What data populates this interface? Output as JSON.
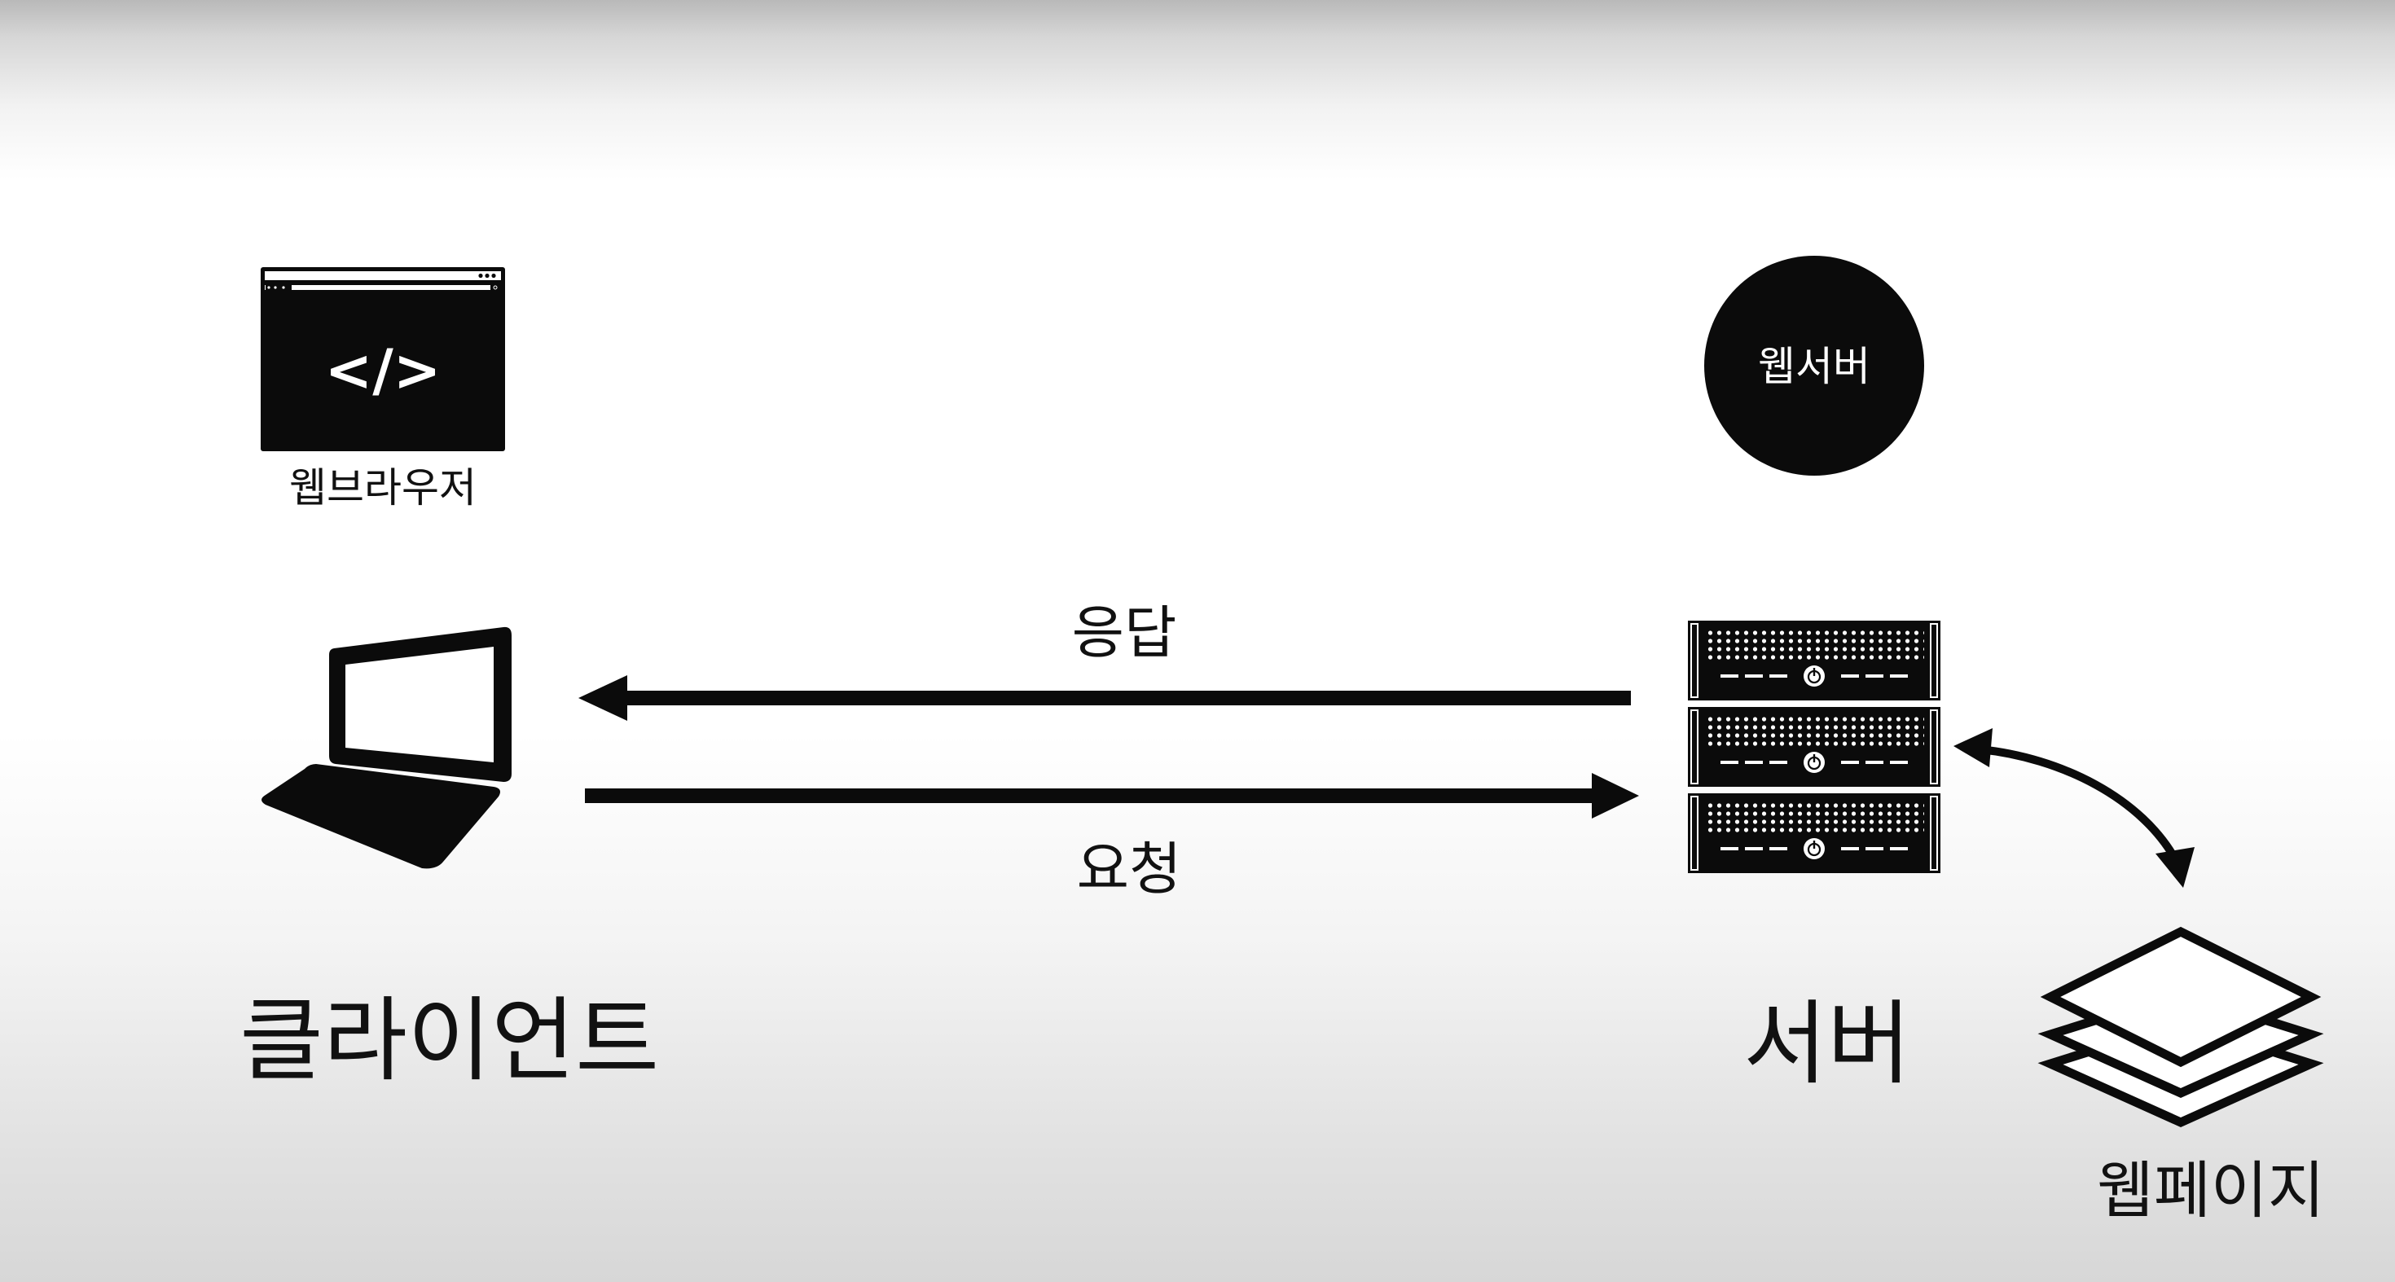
{
  "browser": {
    "code_text": "</>",
    "label": "웹브라우저"
  },
  "server_badge": {
    "label": "웹서버"
  },
  "arrows": {
    "response_label": "응답",
    "request_label": "요청"
  },
  "client": {
    "label": "클라이언트"
  },
  "server": {
    "label": "서버"
  },
  "webpage": {
    "label": "웹페이지"
  },
  "colors": {
    "ink": "#111111",
    "background": "#ffffff",
    "vignette": "#d6d6d6"
  }
}
